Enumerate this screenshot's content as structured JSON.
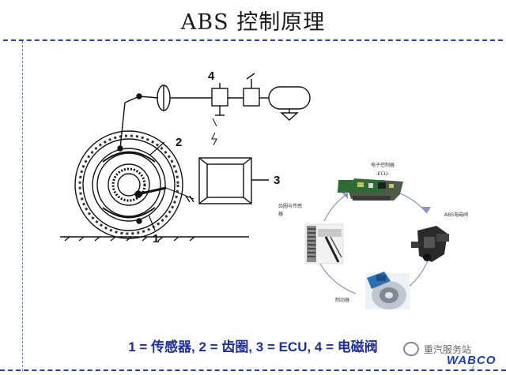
{
  "slide": {
    "title": "ABS 控制原理",
    "caption": "1 = 传感器, 2 = 齿圈, 3 = ECU, 4 = 电磁阀",
    "page_number": "4"
  },
  "schematic": {
    "callouts": [
      "1",
      "2",
      "3",
      "4"
    ]
  },
  "cycle": {
    "ecu_label_line1": "电子控制器",
    "ecu_label_line2": "-ECU-",
    "valve_label": "ABS电磁阀",
    "ring_label_line1": "齿圈与传感",
    "ring_label_line2": "器",
    "brake_label": "制动器"
  },
  "watermark": {
    "text": "重汽服务站",
    "brand": "WABCO"
  },
  "colors": {
    "accent": "#2a3fa8",
    "caption": "#1f2f9a",
    "cycle_arrow": "#8a93c6"
  }
}
